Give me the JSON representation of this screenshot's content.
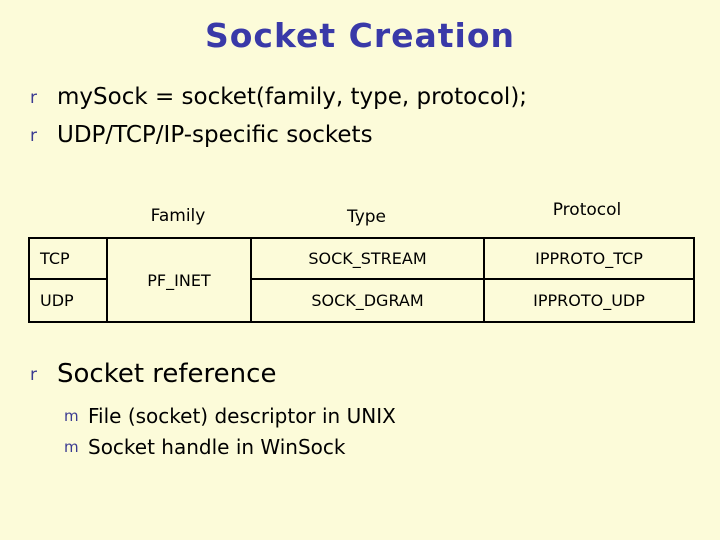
{
  "slide": {
    "title": "Socket Creation",
    "bullets": [
      {
        "marker": "r",
        "text": "mySock = socket(family, type, protocol);"
      },
      {
        "marker": "r",
        "text": "UDP/TCP/IP-specific sockets"
      },
      {
        "marker": "r",
        "text": "Socket reference"
      }
    ],
    "sub_bullets": [
      {
        "marker": "m",
        "text": "File (socket) descriptor in UNIX"
      },
      {
        "marker": "m",
        "text": "Socket handle in WinSock"
      }
    ],
    "table": {
      "col_headers": [
        "Family",
        "Type",
        "Protocol"
      ],
      "row_labels": [
        "TCP",
        "UDP"
      ],
      "family_value": "PF_INET",
      "cells": {
        "tcp_type": "SOCK_STREAM",
        "tcp_protocol": "IPPROTO_TCP",
        "udp_type": "SOCK_DGRAM",
        "udp_protocol": "IPPROTO_UDP"
      }
    },
    "colors": {
      "background": "#FCFBD9",
      "title": "#3939A8",
      "bullet_marker": "#3A3A91",
      "body_text": "#000000",
      "table_border": "#000000"
    }
  }
}
